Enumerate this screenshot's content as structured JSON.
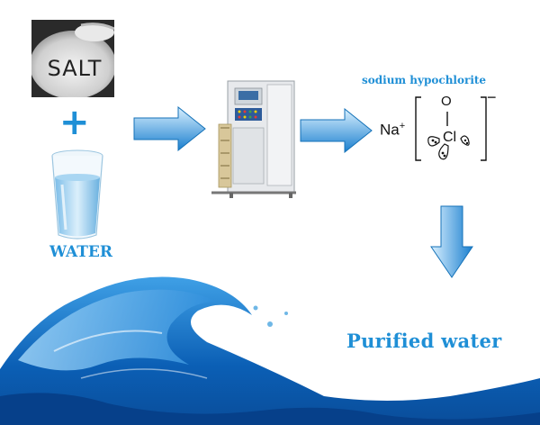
{
  "inputs": {
    "salt_label": "SALT",
    "plus_sign": "+",
    "water_label": "WATER"
  },
  "product": {
    "title": "sodium hypochlorite",
    "cation": "Na",
    "cation_charge": "+",
    "anion_charge": "−",
    "oxygen": "O",
    "chlorine": "Cl"
  },
  "result": {
    "label": "Purified water"
  },
  "colors": {
    "accent_blue": "#1f8fd6",
    "arrow_light": "#bfe3fb",
    "arrow_dark": "#1a7fcf"
  }
}
